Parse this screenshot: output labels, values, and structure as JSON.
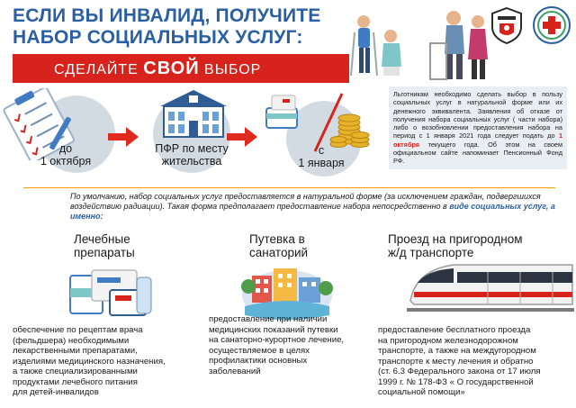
{
  "header": {
    "title_line1": "ЕСЛИ ВЫ ИНВАЛИД, ПОЛУЧИТЕ",
    "title_line2": "НАБОР СОЦИАЛЬНЫХ УСЛУГ:",
    "banner_pre": "СДЕЛАЙТЕ ",
    "banner_big": "СВОЙ",
    "banner_post": " ВЫБОР"
  },
  "steps": [
    {
      "label_line1": "до",
      "label_line2": "1 октября"
    },
    {
      "label_line1": "ПФР по месту",
      "label_line2": "жительства"
    },
    {
      "label_line1": "с",
      "label_line2": "1 января"
    }
  ],
  "info": {
    "part1": "Льготникам необходимо сделать выбор в пользу социальных услуг в натуральной форме или их денежного эквивалента. Заявления об отказе от получения набора социальных услуг ( части набора) либо о возобновлении предоставления набора на период с 1 января 2021 года следует подать до ",
    "highlight": "1 октября",
    "part2": " текущего года. Об этом на своем официальном сайте напоминает Пенсионный Фонд РФ."
  },
  "default_text": {
    "part1": "По умолчанию, набор социальных услуг предоставляется в натуральной форме (за исключением граждан, подвергшихся воздействию радиации). Такая форма предполагает предоставление набора непосредственно в ",
    "highlight": "виде социальных услуг, а именно:"
  },
  "columns": [
    {
      "title_line1": "Лечебные",
      "title_line2": "препараты",
      "desc": [
        "обеспечение по рецептам врача",
        "(фельдшера) необходимыми",
        "лекарственными препаратами,",
        "изделиями медицинского назначения,",
        "а также специализированными",
        "продуктами лечебного питания",
        "для детей-инвалидов"
      ]
    },
    {
      "title_line1": "Путевка в",
      "title_line2": "санаторий",
      "desc": [
        "предоставление при наличии",
        "медицинских показаний путевки",
        "на санаторно-курортное лечение,",
        "осуществляемое в целях",
        "профилактики основных",
        "заболеваний"
      ]
    },
    {
      "title_line1": "Проезд на пригородном",
      "title_line2": "ж/д транспорте",
      "desc": [
        "предоставление бесплатного проезда",
        "на пригородном железнодорожном",
        "транспорте, а также на междугородном",
        "транспорте к месту лечения и обратно",
        "(ст. 6.3 Федерального закона от 17 июля",
        "1999 г. № 178-ФЗ « О государственной",
        "социальной помощи»"
      ]
    }
  ],
  "colors": {
    "title_blue": "#2b5fa3",
    "banner_red": "#d7231b",
    "separator_orange": "#ff9900",
    "circle_grey": "#d3dbe2"
  }
}
